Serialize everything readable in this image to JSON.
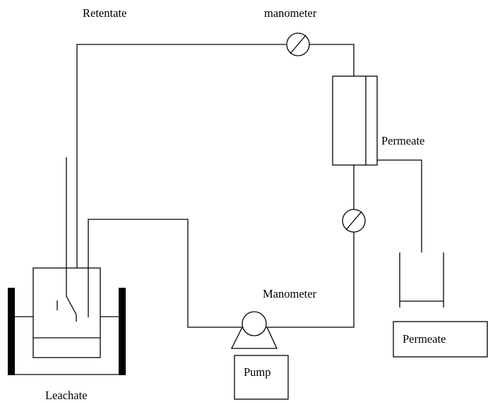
{
  "labels": {
    "retentate": "Retentate",
    "manometer_top": "manometer",
    "permeate_outlet": "Permeate",
    "manometer_bottom": "Manometer",
    "pump": "Pump",
    "permeate_tank": "Permeate",
    "leachate": "Leachate"
  },
  "components": {
    "upper_gauge": "manometer-icon",
    "lower_gauge": "manometer-icon",
    "membrane": "membrane-module",
    "pump": "pump-icon",
    "collector": "beaker",
    "feed_tank": "leachate-tank-with-stirrer"
  },
  "colors": {
    "line": "#000000",
    "background": "#ffffff"
  }
}
